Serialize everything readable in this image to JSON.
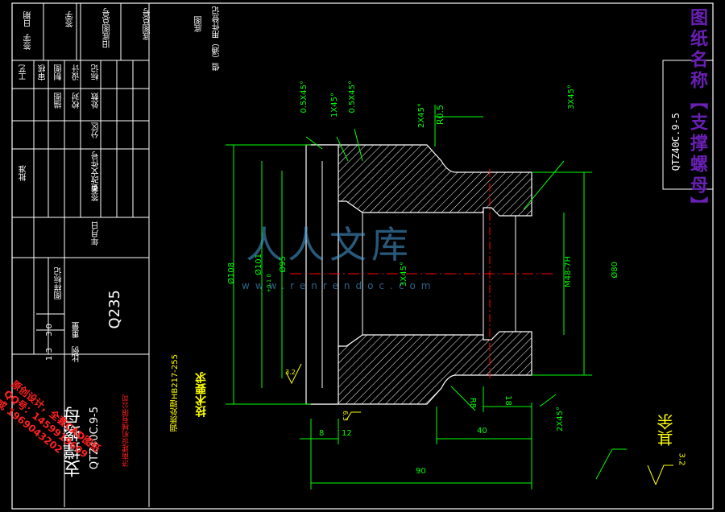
{
  "colors": {
    "background": "#000000",
    "frame": "#ffffff",
    "part_outline": "#ffffff",
    "dimension": "#00ff00",
    "hatch": "#ffffff",
    "centerline": "#ff0000",
    "title_purple": "#6a1fb5",
    "yellow_text": "#ffff00",
    "red_text": "#ff2020",
    "watermark": "#4aa3df"
  },
  "side_title": {
    "name_a": "图纸名称【",
    "name_b": "支撑螺母",
    "name_c": "】",
    "code": "QTZ40C.9-5"
  },
  "title_block": {
    "left_col": [
      "日期",
      "签字",
      "旧底图总号",
      "底图总号",
      "签字"
    ],
    "col2": [
      "借（通）用件登记",
      "底图"
    ],
    "rows_a": [
      "标记",
      "设计",
      "制图",
      "审核",
      "工艺"
    ],
    "rows_b": [
      "处数",
      "校对",
      "描图"
    ],
    "rows_c": [
      "分区",
      "更改文件号",
      "签名",
      "年月日"
    ],
    "approve": "批准",
    "stage_mark": "图样标记",
    "weight": "重量",
    "scale": "比例",
    "weight_val": "3.0",
    "scale_val": "1:3",
    "material": "Q235",
    "part_name": "支撑螺母",
    "part_code": "QTZ40C.9-5",
    "company": "济南建设机械有限公司"
  },
  "tech_req": {
    "title": "技术要求",
    "line1": "调质处理HB217-255"
  },
  "roughness_rest": {
    "label": "其余",
    "value": "3.2"
  },
  "dimensions": {
    "c1": "0.5X45°",
    "c2": "0.5X45°",
    "c3": "1X45°",
    "c4": "2X45°",
    "c5": "3X45°",
    "c6": "3X45°",
    "c7": "2X45°",
    "r": "R0.5",
    "d108": "Ø108",
    "d101": "Ø101",
    "tol": "+0.1 0",
    "d95": "Ø95",
    "thread": "M48-7H",
    "d80": "Ø80",
    "r8": "R8",
    "len18": "18",
    "len40": "40",
    "len90": "90",
    "len8": "8",
    "len12": "12",
    "ra32": "3.2",
    "ra63": "6.3"
  },
  "watermark": {
    "text": "人人文库",
    "url": "www.renrendoc.com"
  },
  "red_stamp": {
    "line1": "原创设计，全套CAD图纸",
    "line2": "QQ号：1459919609",
    "line3": "或 1969043202"
  }
}
